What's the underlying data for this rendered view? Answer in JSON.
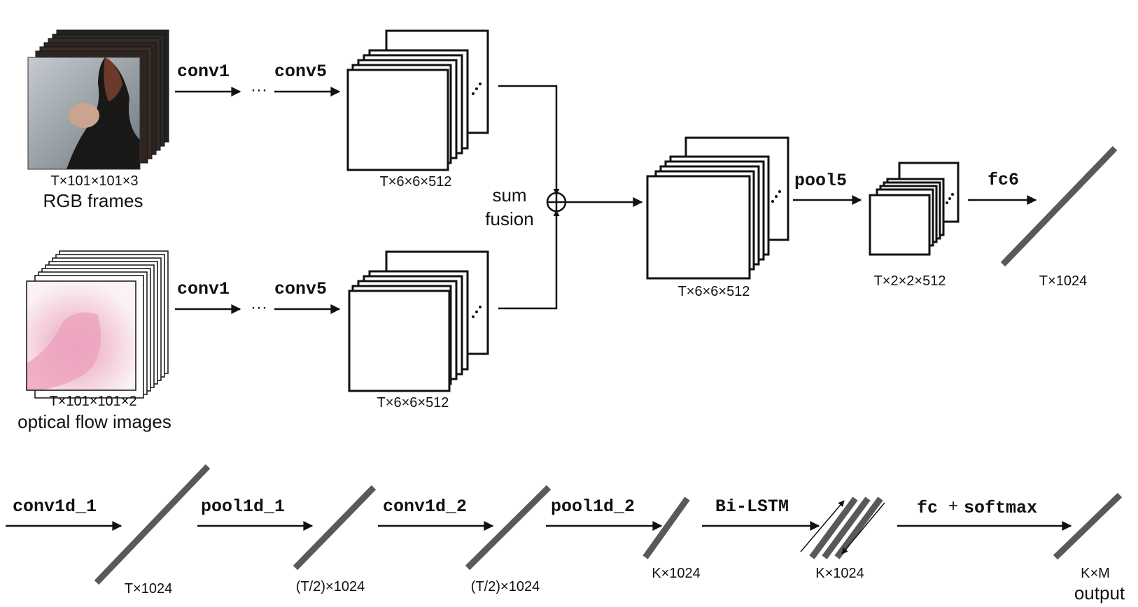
{
  "top": {
    "rgb_dims": "T×101×101×3",
    "rgb_caption": "RGB frames",
    "flow_dims": "T×101×101×2",
    "flow_caption": "optical flow images",
    "conv1": "conv1",
    "conv5": "conv5",
    "ellipsis": "···",
    "conv5_dims": "T×6×6×512",
    "sum_label_1": "sum",
    "sum_label_2": "fusion",
    "fused_dims": "T×6×6×512",
    "pool5": "pool5",
    "pool5_dims": "T×2×2×512",
    "fc6": "fc6",
    "fc6_dims": "T×1024"
  },
  "bottom": {
    "conv1d_1": "conv1d_1",
    "conv1d_1_dims": "T×1024",
    "pool1d_1": "pool1d_1",
    "pool1d_1_dims": "(T/2)×1024",
    "conv1d_2": "conv1d_2",
    "conv1d_2_dims": "(T/2)×1024",
    "pool1d_2": "pool1d_2",
    "pool1d_2_dims": "K×1024",
    "bilstm": "Bi-LSTM",
    "bilstm_dims": "K×1024",
    "fc_label": "fc",
    "plus": "+",
    "softmax_label": "softmax",
    "output_dims": "K×M",
    "output_caption": "output"
  },
  "colors": {
    "ink": "#111111",
    "slash": "#58595b"
  }
}
